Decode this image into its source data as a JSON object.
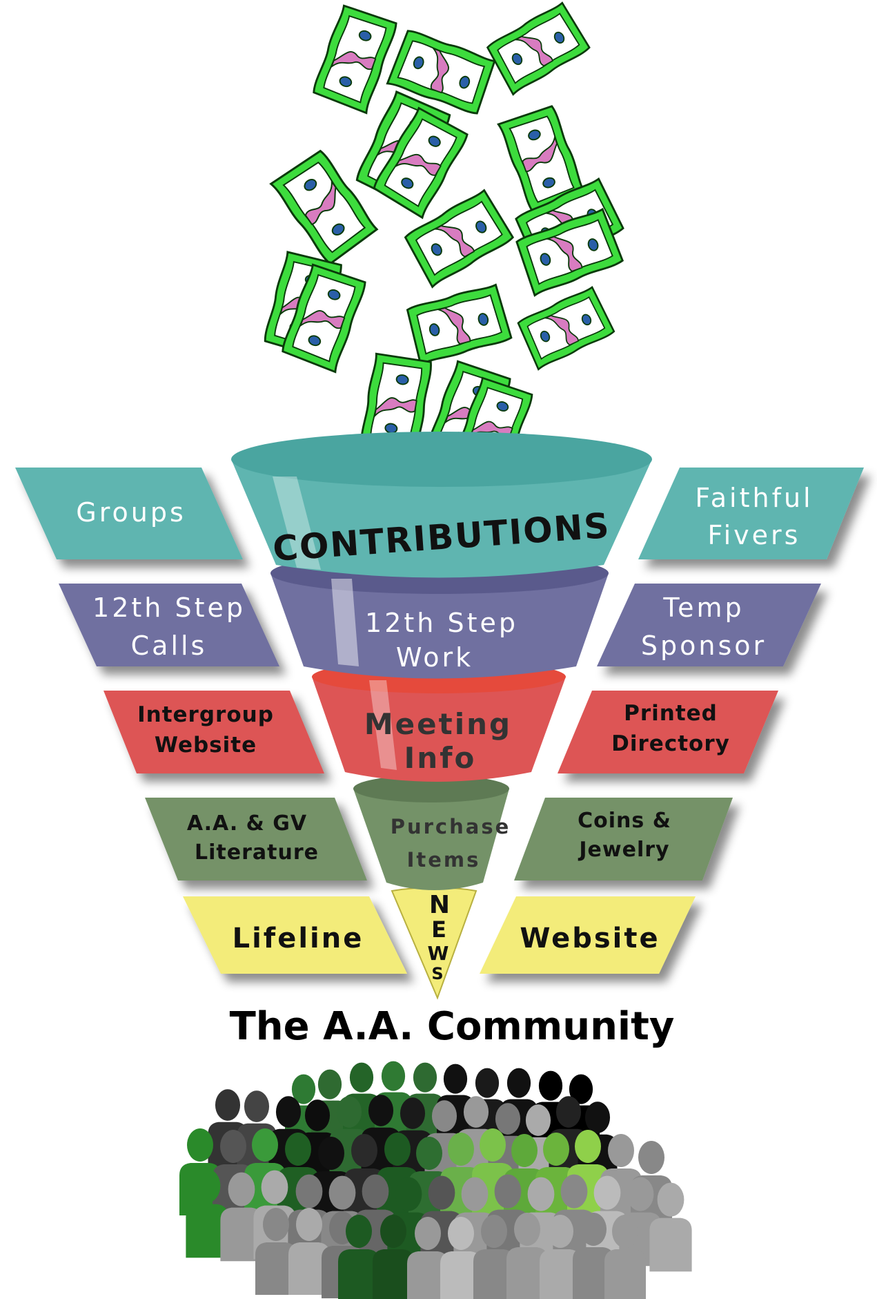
{
  "colors": {
    "bill_green": "#3ddc3d",
    "bill_edge": "#0a3a0a",
    "bill_pink": "#d87cc0",
    "teal": "#5fb5b0",
    "purple": "#7070a0",
    "red": "#dd5555",
    "olive": "#749268",
    "yellow": "#f3ec7a"
  },
  "funnel": {
    "contributions": "CONTRIBUTIONS",
    "step_work": [
      "12th Step",
      "Work"
    ],
    "meeting_info": [
      "Meeting",
      "Info"
    ],
    "purchase_items": [
      "Purchase",
      "Items"
    ],
    "news": [
      "N",
      "E",
      "W",
      "S"
    ]
  },
  "left_labels": {
    "groups": "Groups",
    "calls": [
      "12th Step",
      "Calls"
    ],
    "website": [
      "Intergroup",
      "Website"
    ],
    "literature": [
      "A.A. & GV",
      "Literature"
    ],
    "lifeline": "Lifeline"
  },
  "right_labels": {
    "fivers": [
      "Faithful",
      "Fivers"
    ],
    "sponsor": [
      "Temp",
      "Sponsor"
    ],
    "directory": [
      "Printed",
      "Directory"
    ],
    "coins": [
      "Coins &",
      "Jewelry"
    ],
    "website": "Website"
  },
  "community_title": "The A.A. Community",
  "icons": {
    "money": "money-bill-icon",
    "crowd": "people-crowd-icon"
  }
}
